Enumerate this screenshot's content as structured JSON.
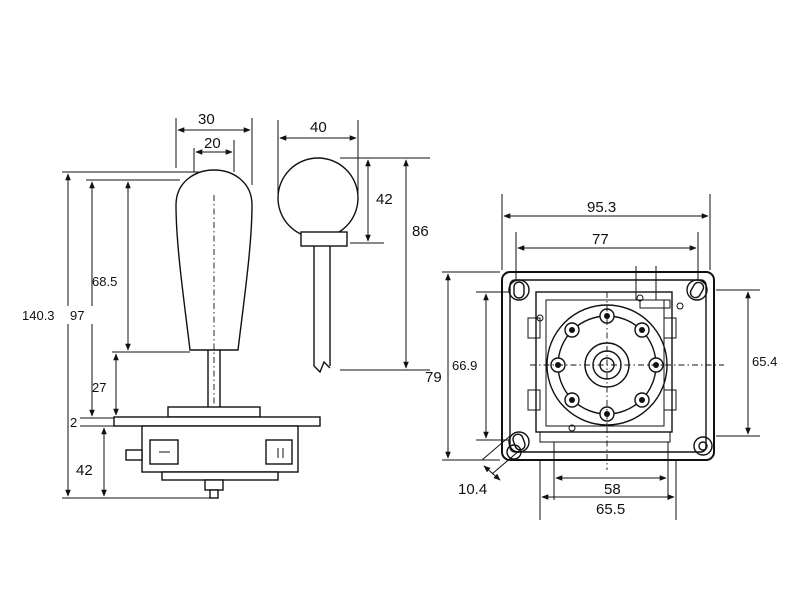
{
  "joystick_side": {
    "dim_width_outer": "30",
    "dim_width_inner": "20",
    "dim_total_height": "140.3",
    "dim_shaft_height": "97",
    "dim_handle_height": "68.5",
    "dim_shaft_exposed": "27",
    "dim_plate_thickness": "2",
    "dim_base_height": "42"
  },
  "ball_top": {
    "dim_ball_diameter": "40",
    "dim_ball_height": "42",
    "dim_total_height": "86"
  },
  "base_top_view": {
    "dim_plate_width": "95.3",
    "dim_hole_spacing_x": "77",
    "dim_plate_height": "79",
    "dim_hole_spacing_y": "66.9",
    "dim_right_spacing": "65.4",
    "dim_slot_width": "10.4",
    "dim_bottom_inner": "58",
    "dim_bottom_outer": "65.5"
  }
}
